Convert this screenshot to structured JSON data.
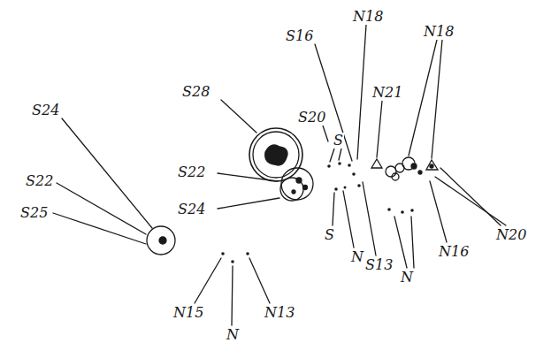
{
  "diagram": {
    "labels": [
      "S24",
      "S22",
      "S25",
      "S28",
      "S22",
      "S24",
      "S20",
      "S",
      "S16",
      "N18",
      "N21",
      "N18",
      "N20",
      "N16",
      "S13",
      "S",
      "N",
      "N",
      "N15",
      "N",
      "N13"
    ]
  }
}
